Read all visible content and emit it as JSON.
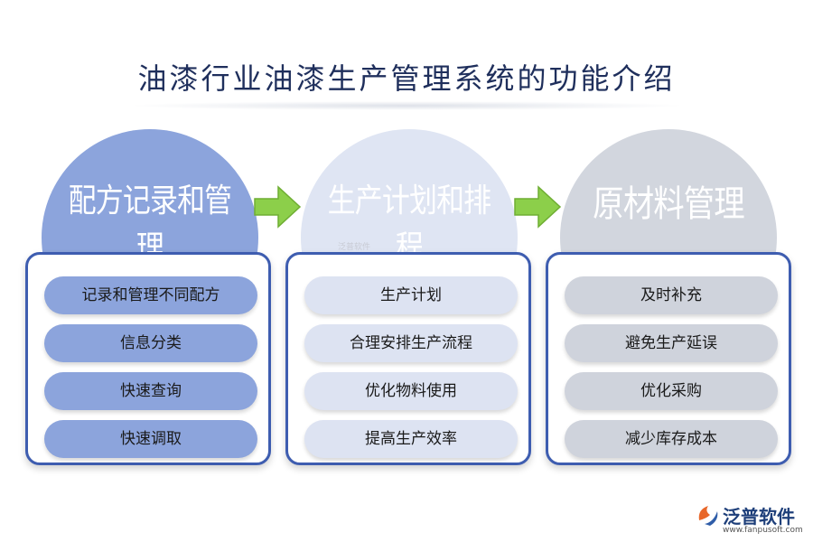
{
  "title": "油漆行业油漆生产管理系统的功能介绍",
  "columns": [
    {
      "heading": "配方记录和管理",
      "circle_color": "#8ca4dc",
      "text_color": "#ffffff",
      "pill_color": "#8ca4dc",
      "items": [
        "记录和管理不同配方",
        "信息分类",
        "快速查询",
        "快速调取"
      ]
    },
    {
      "heading": "生产计划和排程",
      "circle_color": "#dfe5f3",
      "text_color": "#ffffff",
      "pill_color": "#dde3f2",
      "items": [
        "生产计划",
        "合理安排生产流程",
        "优化物料使用",
        "提高生产效率"
      ]
    },
    {
      "heading": "原材料管理",
      "circle_color": "#d2d6de",
      "text_color": "#ffffff",
      "pill_color": "#cfd3dc",
      "items": [
        "及时补充",
        "避免生产延误",
        "优化采购",
        "减少库存成本"
      ]
    }
  ],
  "arrow_color": "#8ccf4a",
  "watermark": "泛普软件",
  "logo": {
    "name": "泛普软件",
    "url": "www.fanpusoft.com"
  }
}
